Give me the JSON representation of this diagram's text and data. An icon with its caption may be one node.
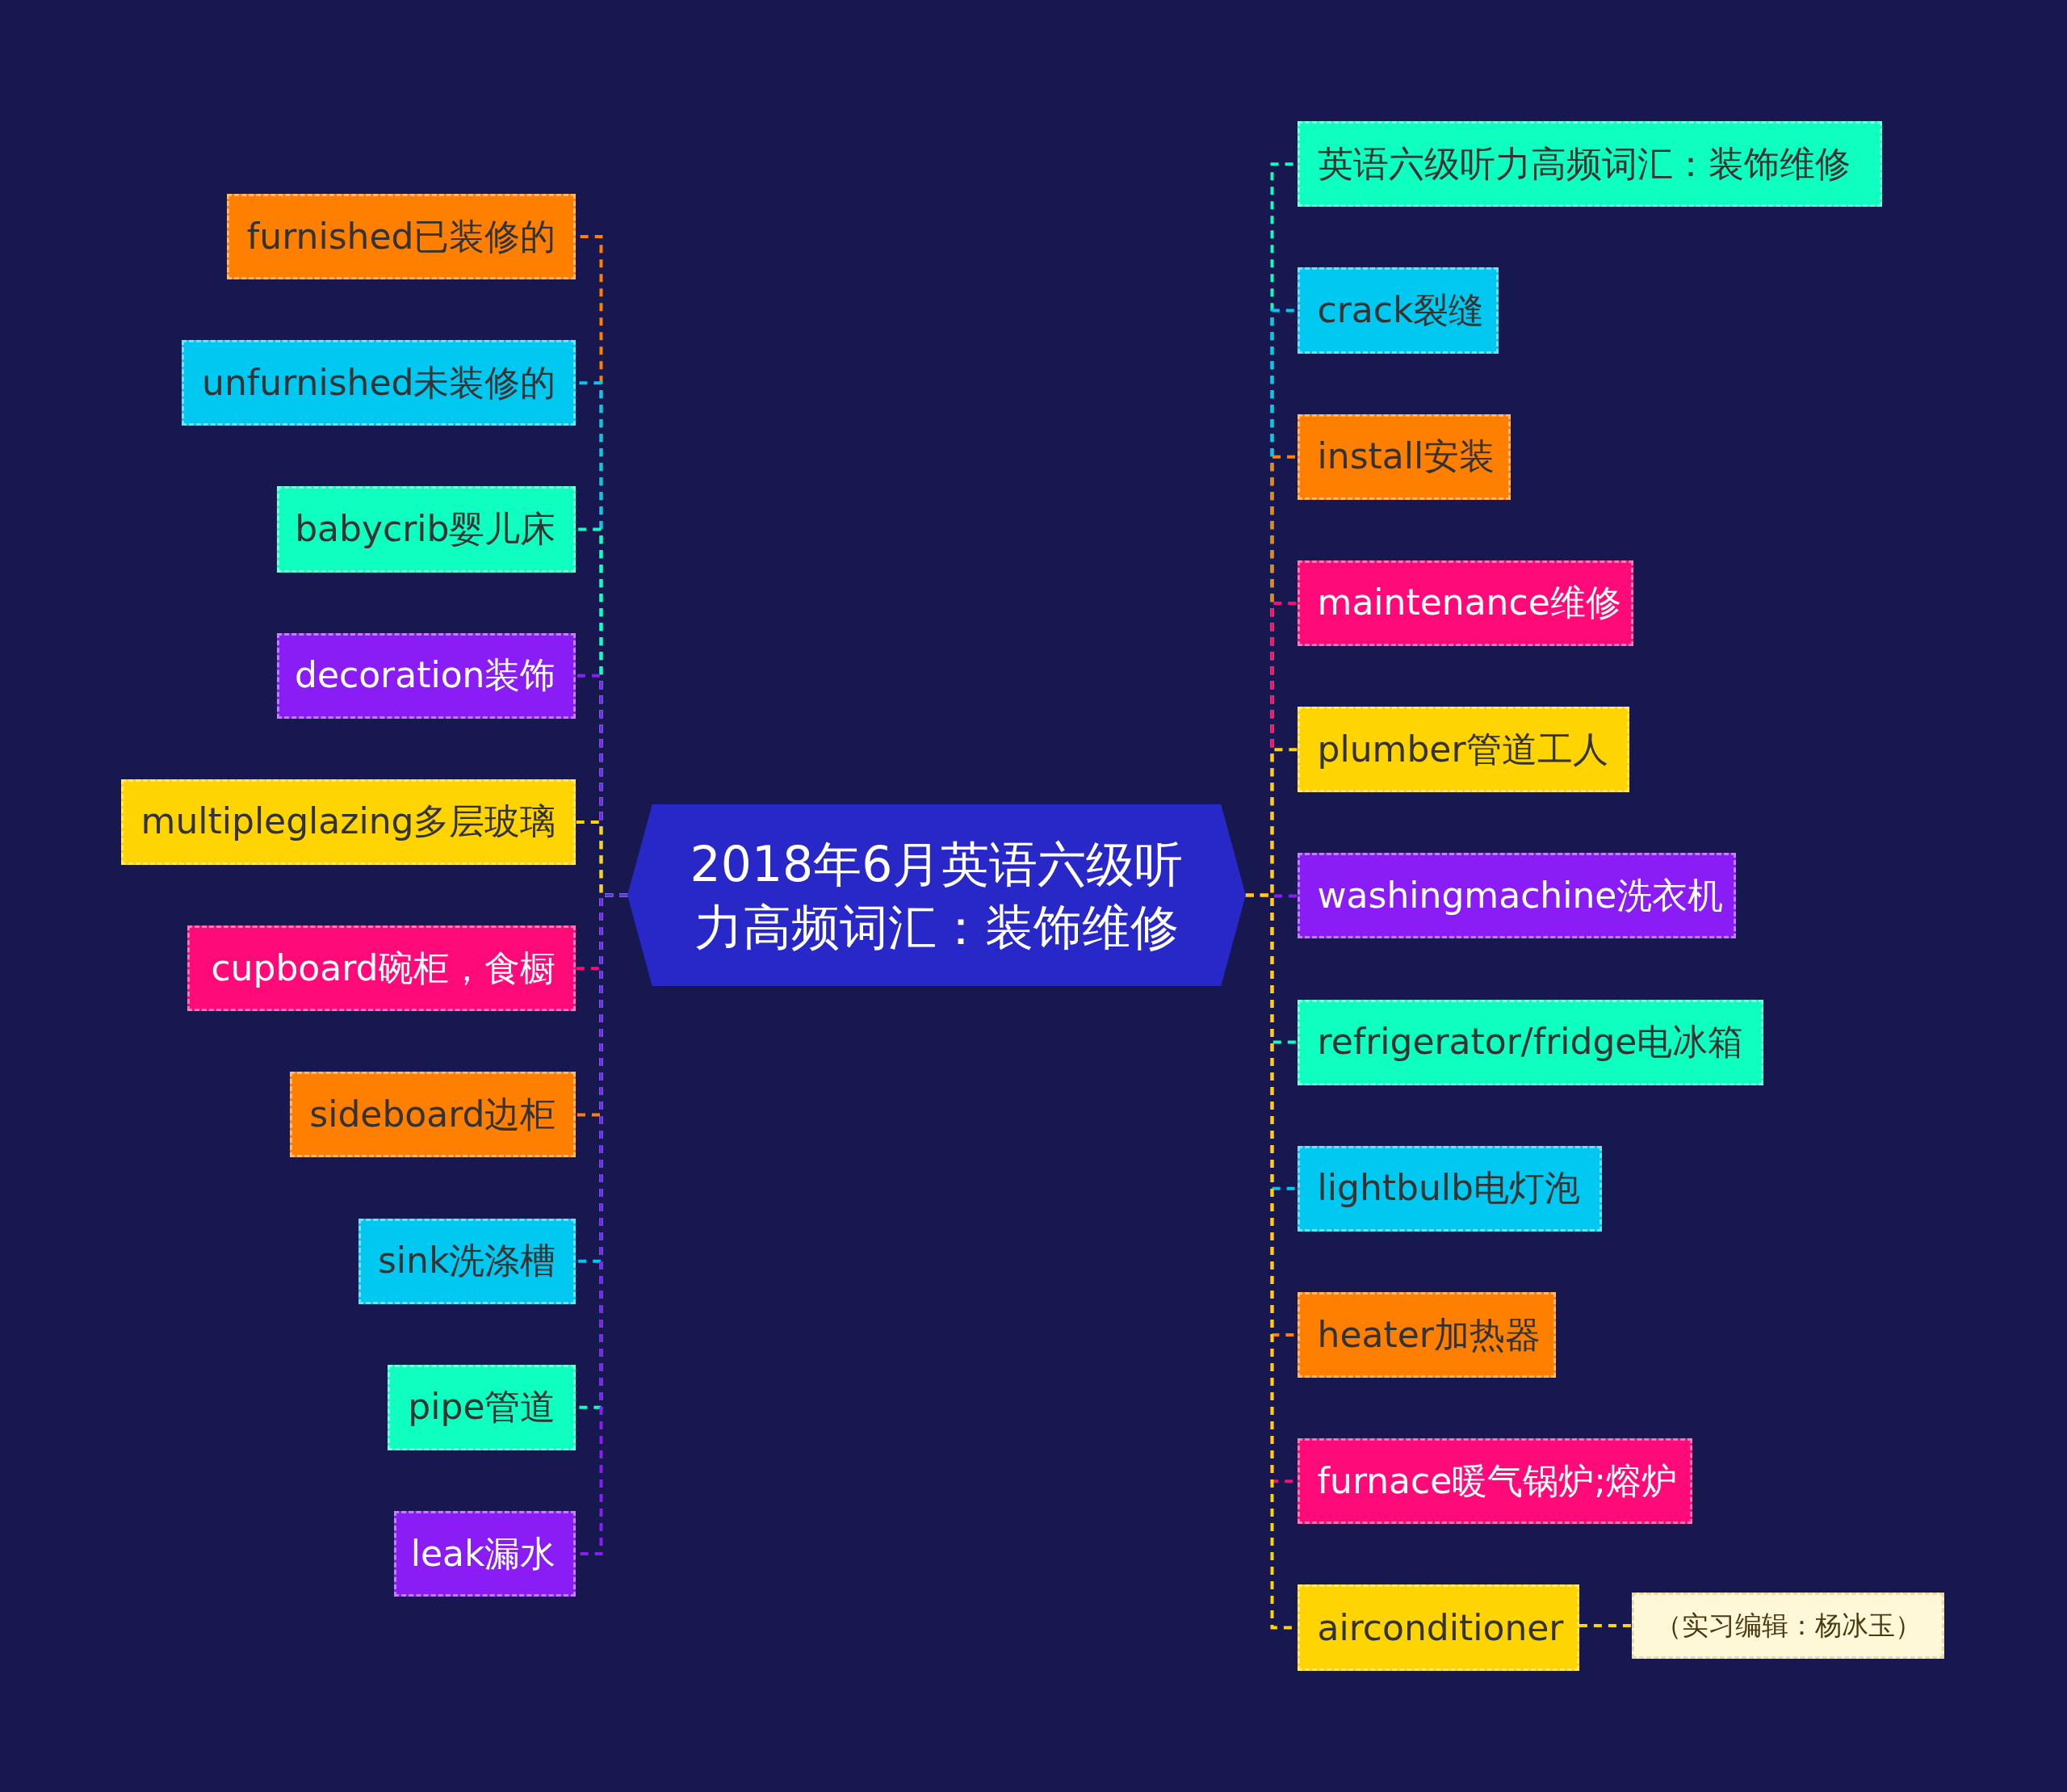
{
  "diagram": {
    "nodes": [
      {
        "text": [
          "2018年6月英语六级听力高频词汇：装饰维修"
        ]
      },
      {
        "text": [
          "furnished已装修的"
        ]
      },
      {
        "text": [
          "unfurnished未装修的"
        ]
      },
      {
        "text": [
          "babycrib婴儿床"
        ]
      },
      {
        "text": [
          "decoration装饰"
        ]
      },
      {
        "text": [
          "multipleglazing多层玻璃"
        ]
      },
      {
        "text": [
          "cupboard碗柜，食橱"
        ]
      },
      {
        "text": [
          "sideboard边柜"
        ]
      },
      {
        "text": [
          "sink洗涤槽"
        ]
      },
      {
        "text": [
          "pipe管道"
        ]
      },
      {
        "text": [
          "leak漏水"
        ]
      },
      {
        "text": [
          "英语六级听力高频词汇：装饰维修"
        ]
      },
      {
        "text": [
          "crack裂缝"
        ]
      },
      {
        "text": [
          "install安装"
        ]
      },
      {
        "text": [
          "maintenance维修"
        ]
      },
      {
        "text": [
          "plumber管道工人"
        ]
      },
      {
        "text": [
          "washingmachine洗衣机"
        ]
      },
      {
        "text": [
          "refrigerator/fridge电冰箱"
        ]
      },
      {
        "text": [
          "lightbulb电灯泡"
        ]
      },
      {
        "text": [
          "heater加热器"
        ]
      },
      {
        "text": [
          "furnace暖气锅炉;熔炉"
        ]
      },
      {
        "text": [
          "airconditioner"
        ]
      },
      {
        "text": [
          "（实习编辑：杨冰玉）"
        ]
      }
    ],
    "edges": [
      {
        "from": 0,
        "to": 1,
        "arrow": "none",
        "color": "#ff7f00"
      },
      {
        "from": 0,
        "to": 2,
        "arrow": "none",
        "color": "#00c8f0"
      },
      {
        "from": 0,
        "to": 3,
        "arrow": "none",
        "color": "#0fffc0"
      },
      {
        "from": 0,
        "to": 4,
        "arrow": "none",
        "color": "#8a1cf5"
      },
      {
        "from": 0,
        "to": 5,
        "arrow": "none",
        "color": "#ffd400"
      },
      {
        "from": 0,
        "to": 6,
        "arrow": "none",
        "color": "#ff0a78"
      },
      {
        "from": 0,
        "to": 7,
        "arrow": "none",
        "color": "#ff7f00"
      },
      {
        "from": 0,
        "to": 8,
        "arrow": "none",
        "color": "#00c8f0"
      },
      {
        "from": 0,
        "to": 9,
        "arrow": "none",
        "color": "#0fffc0"
      },
      {
        "from": 0,
        "to": 10,
        "arrow": "none",
        "color": "#8a1cf5"
      },
      {
        "from": 0,
        "to": 11,
        "arrow": "none",
        "color": "#0fffc0"
      },
      {
        "from": 0,
        "to": 12,
        "arrow": "none",
        "color": "#00c8f0"
      },
      {
        "from": 0,
        "to": 13,
        "arrow": "none",
        "color": "#ff7f00"
      },
      {
        "from": 0,
        "to": 14,
        "arrow": "none",
        "color": "#ff0a78"
      },
      {
        "from": 0,
        "to": 15,
        "arrow": "none",
        "color": "#ffd400"
      },
      {
        "from": 0,
        "to": 16,
        "arrow": "none",
        "color": "#8a1cf5"
      },
      {
        "from": 0,
        "to": 17,
        "arrow": "none",
        "color": "#0fffc0"
      },
      {
        "from": 0,
        "to": 18,
        "arrow": "none",
        "color": "#00c8f0"
      },
      {
        "from": 0,
        "to": 19,
        "arrow": "none",
        "color": "#ff7f00"
      },
      {
        "from": 0,
        "to": 20,
        "arrow": "none",
        "color": "#ff0a78"
      },
      {
        "from": 0,
        "to": 21,
        "arrow": "none",
        "color": "#ffd400"
      },
      {
        "from": 21,
        "to": 22,
        "arrow": "none",
        "color": "#ffd400"
      }
    ]
  }
}
